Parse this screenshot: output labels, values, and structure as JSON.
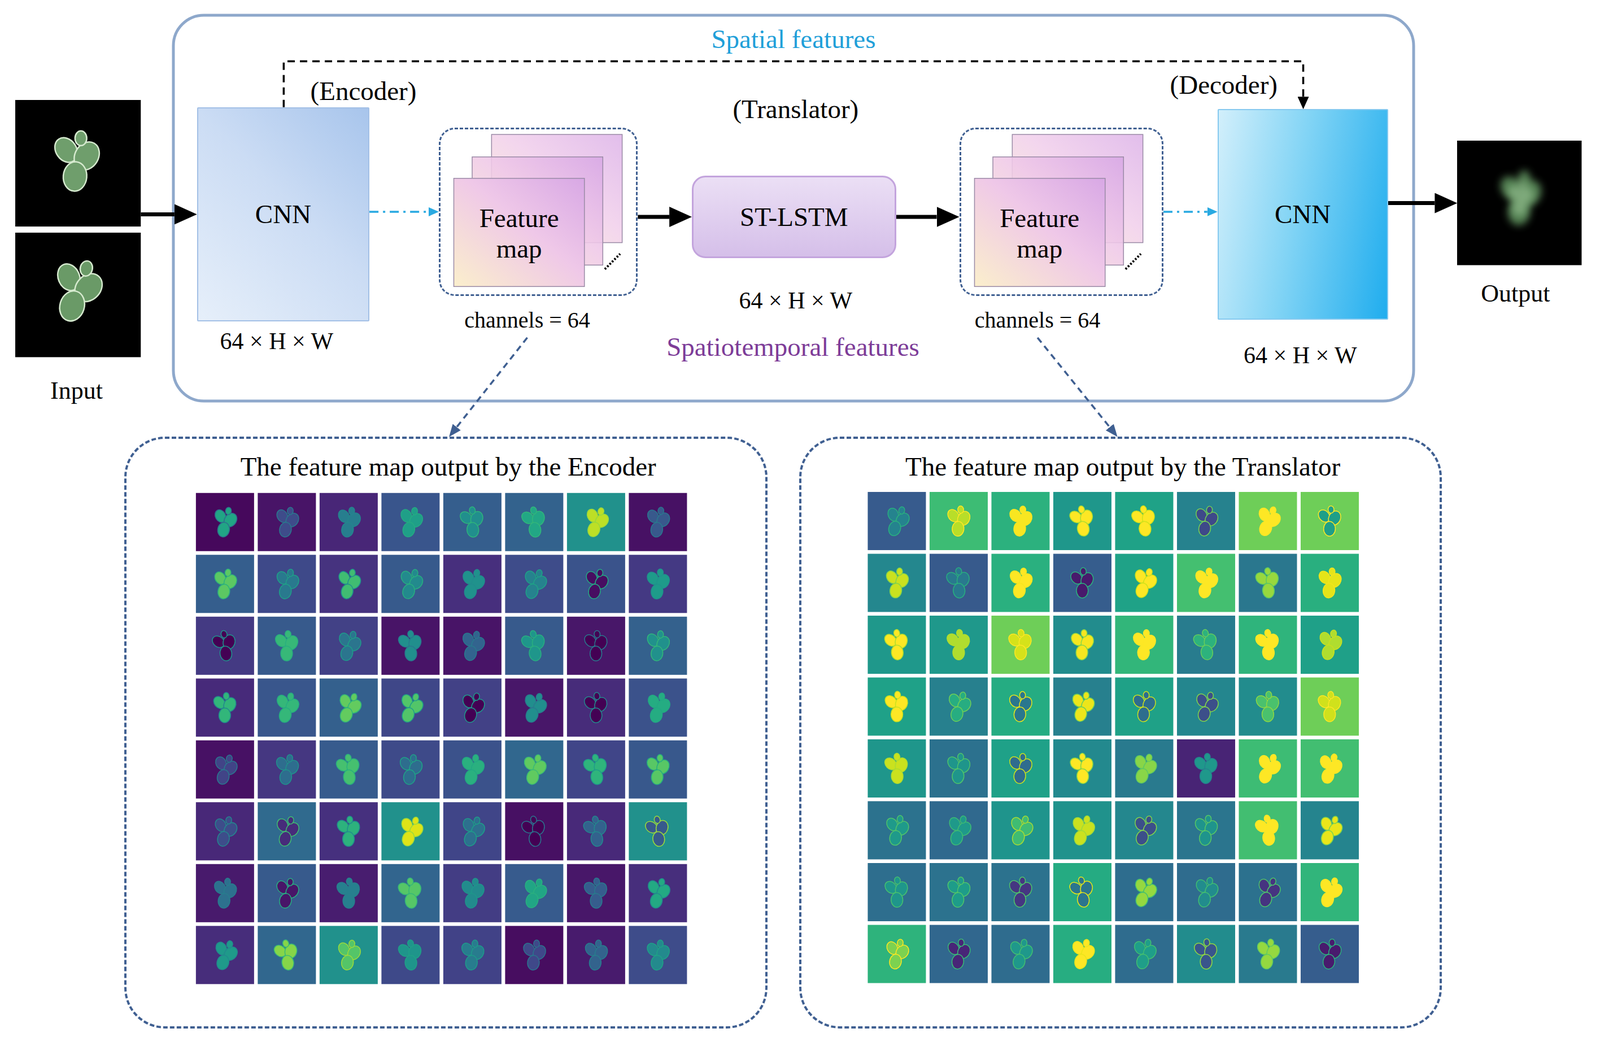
{
  "diagram": {
    "nodes": [
      {
        "text": [
          "Input"
        ]
      },
      {
        "text": [
          "(Encoder)",
          "CNN",
          "64 × H × W"
        ]
      },
      {
        "text": [
          "Feature map",
          "channels = 64"
        ]
      },
      {
        "text": [
          "(Translator)",
          "ST-LSTM",
          "64 × H × W"
        ]
      },
      {
        "text": [
          "Feature map",
          "channels = 64"
        ]
      },
      {
        "text": [
          "(Decoder)",
          "CNN",
          "64 × H × W"
        ]
      },
      {
        "text": [
          "Output"
        ]
      },
      {
        "text": [
          "The feature map output by the Encoder"
        ]
      },
      {
        "text": [
          "The feature map output by the Translator"
        ]
      }
    ],
    "edges": [
      {
        "from": 0,
        "to": 1,
        "arrow": "to"
      },
      {
        "from": 1,
        "to": 2,
        "arrow": "to"
      },
      {
        "from": 2,
        "to": 3,
        "arrow": "to"
      },
      {
        "from": 3,
        "to": 4,
        "arrow": "to"
      },
      {
        "from": 4,
        "to": 5,
        "arrow": "to"
      },
      {
        "from": 5,
        "to": 6,
        "arrow": "to"
      },
      {
        "from": 1,
        "to": 5,
        "label": "Spatial features",
        "arrow": "to"
      },
      {
        "from": 2,
        "to": 7,
        "arrow": "to"
      },
      {
        "from": 4,
        "to": 8,
        "arrow": "to"
      }
    ],
    "labels": [
      "Spatiotemporal features"
    ]
  }
}
